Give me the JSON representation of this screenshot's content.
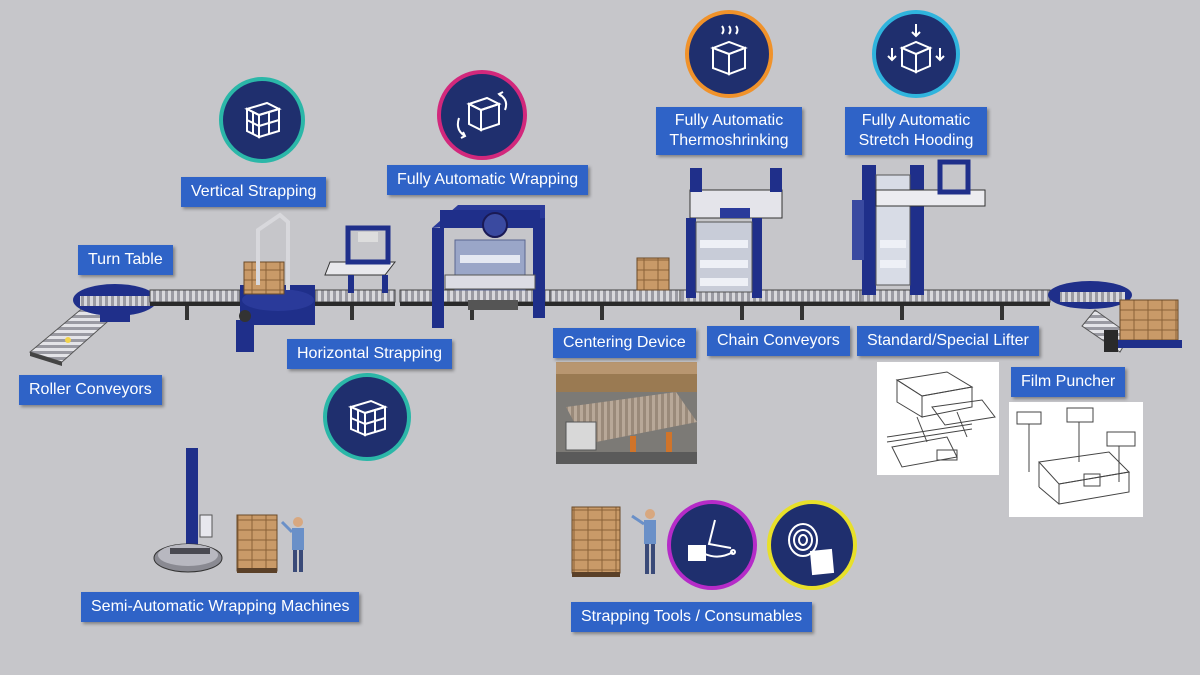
{
  "labels": {
    "turn_table": "Turn Table",
    "roller_conveyors": "Roller Conveyors",
    "vertical_strapping": "Vertical Strapping",
    "horizontal_strapping": "Horizontal Strapping",
    "fully_automatic_wrapping": "Fully Automatic Wrapping",
    "thermoshrinking_line1": "Fully Automatic",
    "thermoshrinking_line2": "Thermoshrinking",
    "stretch_hooding_line1": "Fully Automatic",
    "stretch_hooding_line2": "Stretch Hooding",
    "centering_device": "Centering Device",
    "chain_conveyors": "Chain Conveyors",
    "lifter": "Standard/Special Lifter",
    "film_puncher": "Film Puncher",
    "semi_automatic": "Semi-Automatic Wrapping Machines",
    "strapping_tools": "Strapping Tools / Consumables"
  },
  "colors": {
    "background": "#c6c6ca",
    "label_bg": "#2f63c7",
    "badge_fill": "#1f2f6e",
    "ring_teal": "#2bb7a8",
    "ring_magenta": "#d2287c",
    "ring_orange": "#f0922a",
    "ring_cyan": "#2fb4dd",
    "ring_purple": "#b52bc8",
    "ring_yellow": "#e8e02a",
    "machine_blue": "#1f2f8a"
  },
  "icons": {
    "vertical_strapping": "strapped-boxes-icon",
    "horizontal_strapping": "strapped-boxes-icon",
    "wrapping": "rotating-box-icon",
    "thermoshrinking": "heated-box-icon",
    "stretch_hooding": "hooded-box-icon",
    "strapping_tool": "strapping-tool-icon",
    "consumables": "film-roll-icon"
  }
}
